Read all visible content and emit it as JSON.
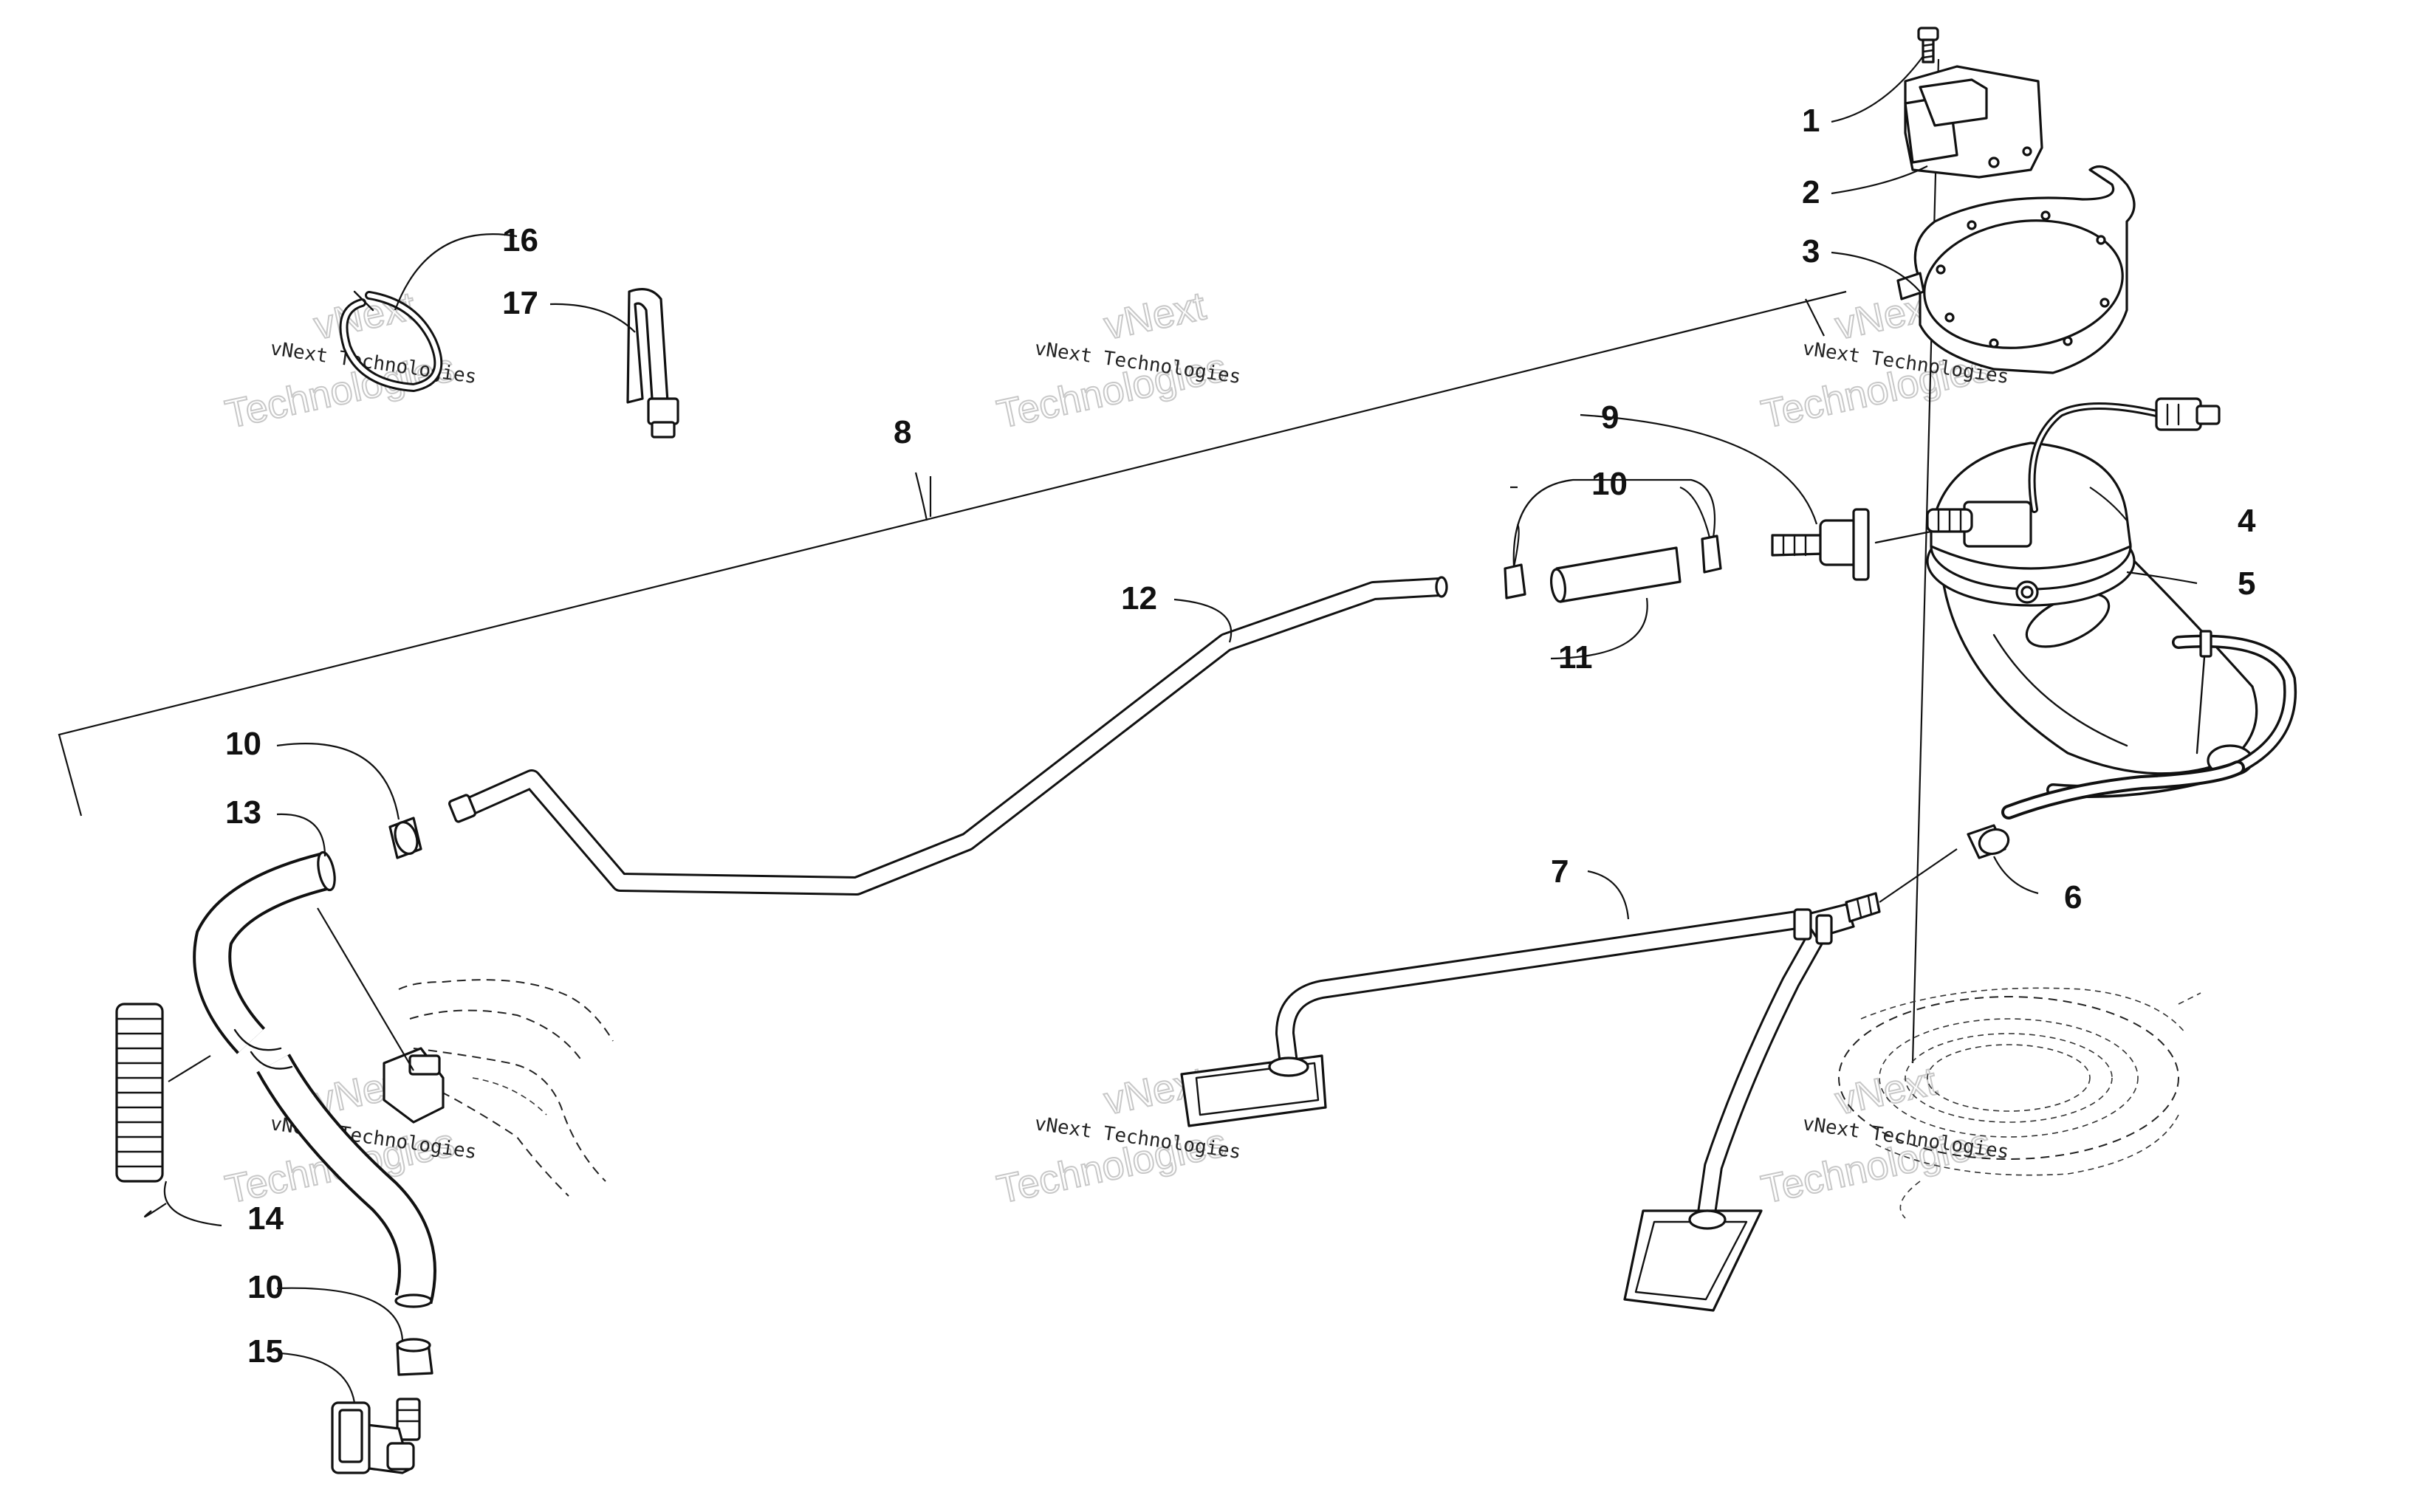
{
  "diagram": {
    "callouts": {
      "c1": "1",
      "c2": "2",
      "c3": "3",
      "c4": "4",
      "c5": "5",
      "c6": "6",
      "c7": "7",
      "c8": "8",
      "c9": "9",
      "c10a": "10",
      "c10b": "10",
      "c10c": "10",
      "c11": "11",
      "c12": "12",
      "c13": "13",
      "c14": "14",
      "c15": "15",
      "c16": "16",
      "c17": "17"
    },
    "watermark": {
      "line1": "vNext Technologies",
      "word1": "vNext",
      "word2": "Technologies"
    }
  }
}
